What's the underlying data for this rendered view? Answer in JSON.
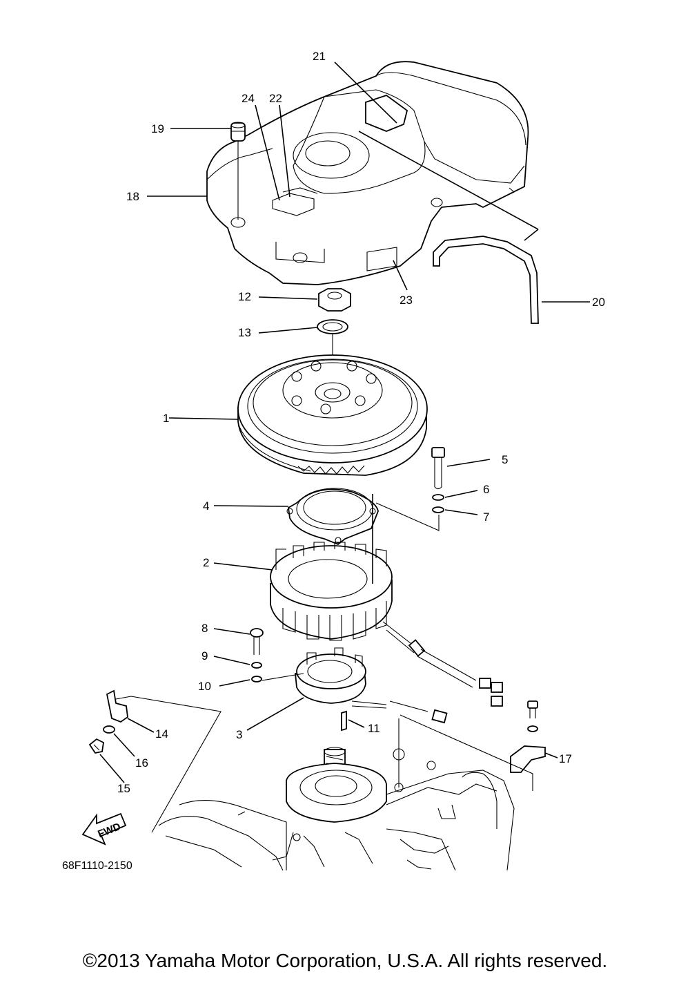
{
  "diagram_code": "68F1110-2150",
  "fwd_label": "FWD",
  "copyright": "©2013 Yamaha Motor Corporation, U.S.A. All rights reserved.",
  "callouts": [
    "1",
    "2",
    "3",
    "4",
    "5",
    "6",
    "7",
    "8",
    "9",
    "10",
    "11",
    "12",
    "13",
    "14",
    "15",
    "16",
    "17",
    "18",
    "19",
    "20",
    "21",
    "22",
    "23",
    "24"
  ]
}
